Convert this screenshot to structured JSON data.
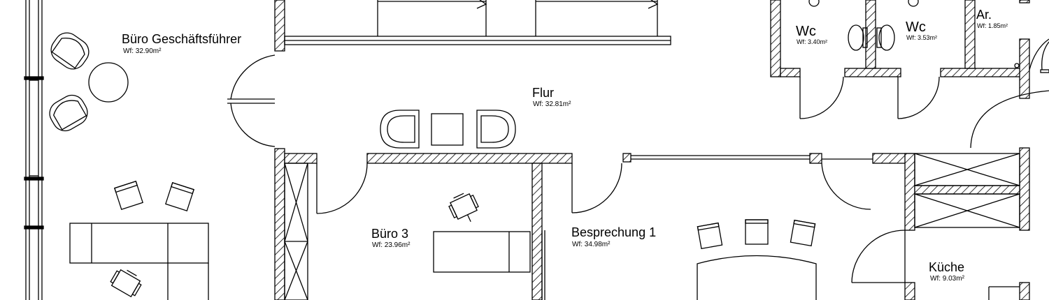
{
  "rooms": [
    {
      "name": "Büro Geschäftsführer",
      "area": "Wf: 32.90m²"
    },
    {
      "name": "Flur",
      "area": "Wf: 32.81m²"
    },
    {
      "name": "Büro 3",
      "area": "Wf: 23.96m²"
    },
    {
      "name": "Besprechung 1",
      "area": "Wf: 34.98m²"
    },
    {
      "name": "Wc",
      "area": "Wf: 3.40m²"
    },
    {
      "name": "Wc",
      "area": "Wf: 3.53m²"
    },
    {
      "name": "Ar.",
      "area": "Wf: 1.85m²"
    },
    {
      "name": "Küche",
      "area": "Wf: 9.03m²"
    }
  ]
}
